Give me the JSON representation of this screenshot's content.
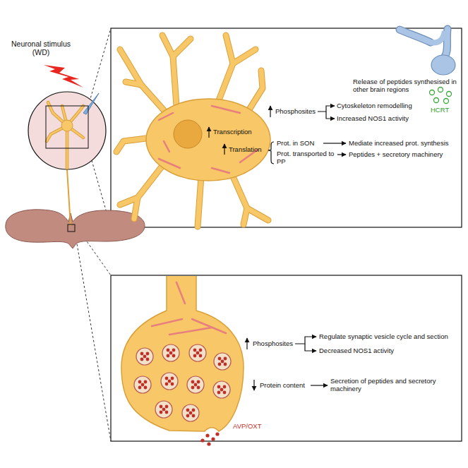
{
  "diagram": {
    "labels": [
      "Neuronal stimulus (WD)",
      "HCRT",
      "Release of peptides synthesised in other brain regions",
      "Phosphosites",
      "Cytoskeleton remodelling",
      "Increased NOS1 activity",
      "Transcription",
      "Translation",
      "Prot. in SON",
      "Mediate increased prot. synthesis",
      "Prot. transported to PP",
      "Peptides + secretory machinery",
      "Phosphosites",
      "Regulate synaptic vesicle cycle and section",
      "Decreased NOS1 activity",
      "Protein content",
      "Secretion of peptides and secretory machinery",
      "AVP/OXT"
    ]
  }
}
